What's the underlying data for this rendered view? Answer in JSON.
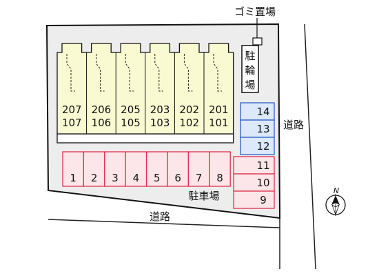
{
  "labels": {
    "garbage": "ゴミ置場",
    "bicycle": "駐輪場",
    "road_right": "道路",
    "road_bottom": "道路",
    "parking": "駐車場",
    "compass": "N"
  },
  "units": [
    {
      "upper": "207",
      "lower": "107"
    },
    {
      "upper": "206",
      "lower": "106"
    },
    {
      "upper": "205",
      "lower": "105"
    },
    {
      "upper": "203",
      "lower": "103"
    },
    {
      "upper": "202",
      "lower": "102"
    },
    {
      "upper": "201",
      "lower": "101"
    }
  ],
  "parking_row": [
    "1",
    "2",
    "3",
    "4",
    "5",
    "6",
    "7",
    "8"
  ],
  "parking_right": [
    "11",
    "10",
    "9"
  ],
  "parking_blue": [
    "14",
    "13",
    "12"
  ],
  "colors": {
    "lot": "#ededed",
    "building": "#fafad2",
    "parking_pink": "#fde6ea",
    "parking_pink_border": "#e0304a",
    "parking_blue": "#dbe9fb",
    "parking_blue_border": "#2a5fc4"
  }
}
